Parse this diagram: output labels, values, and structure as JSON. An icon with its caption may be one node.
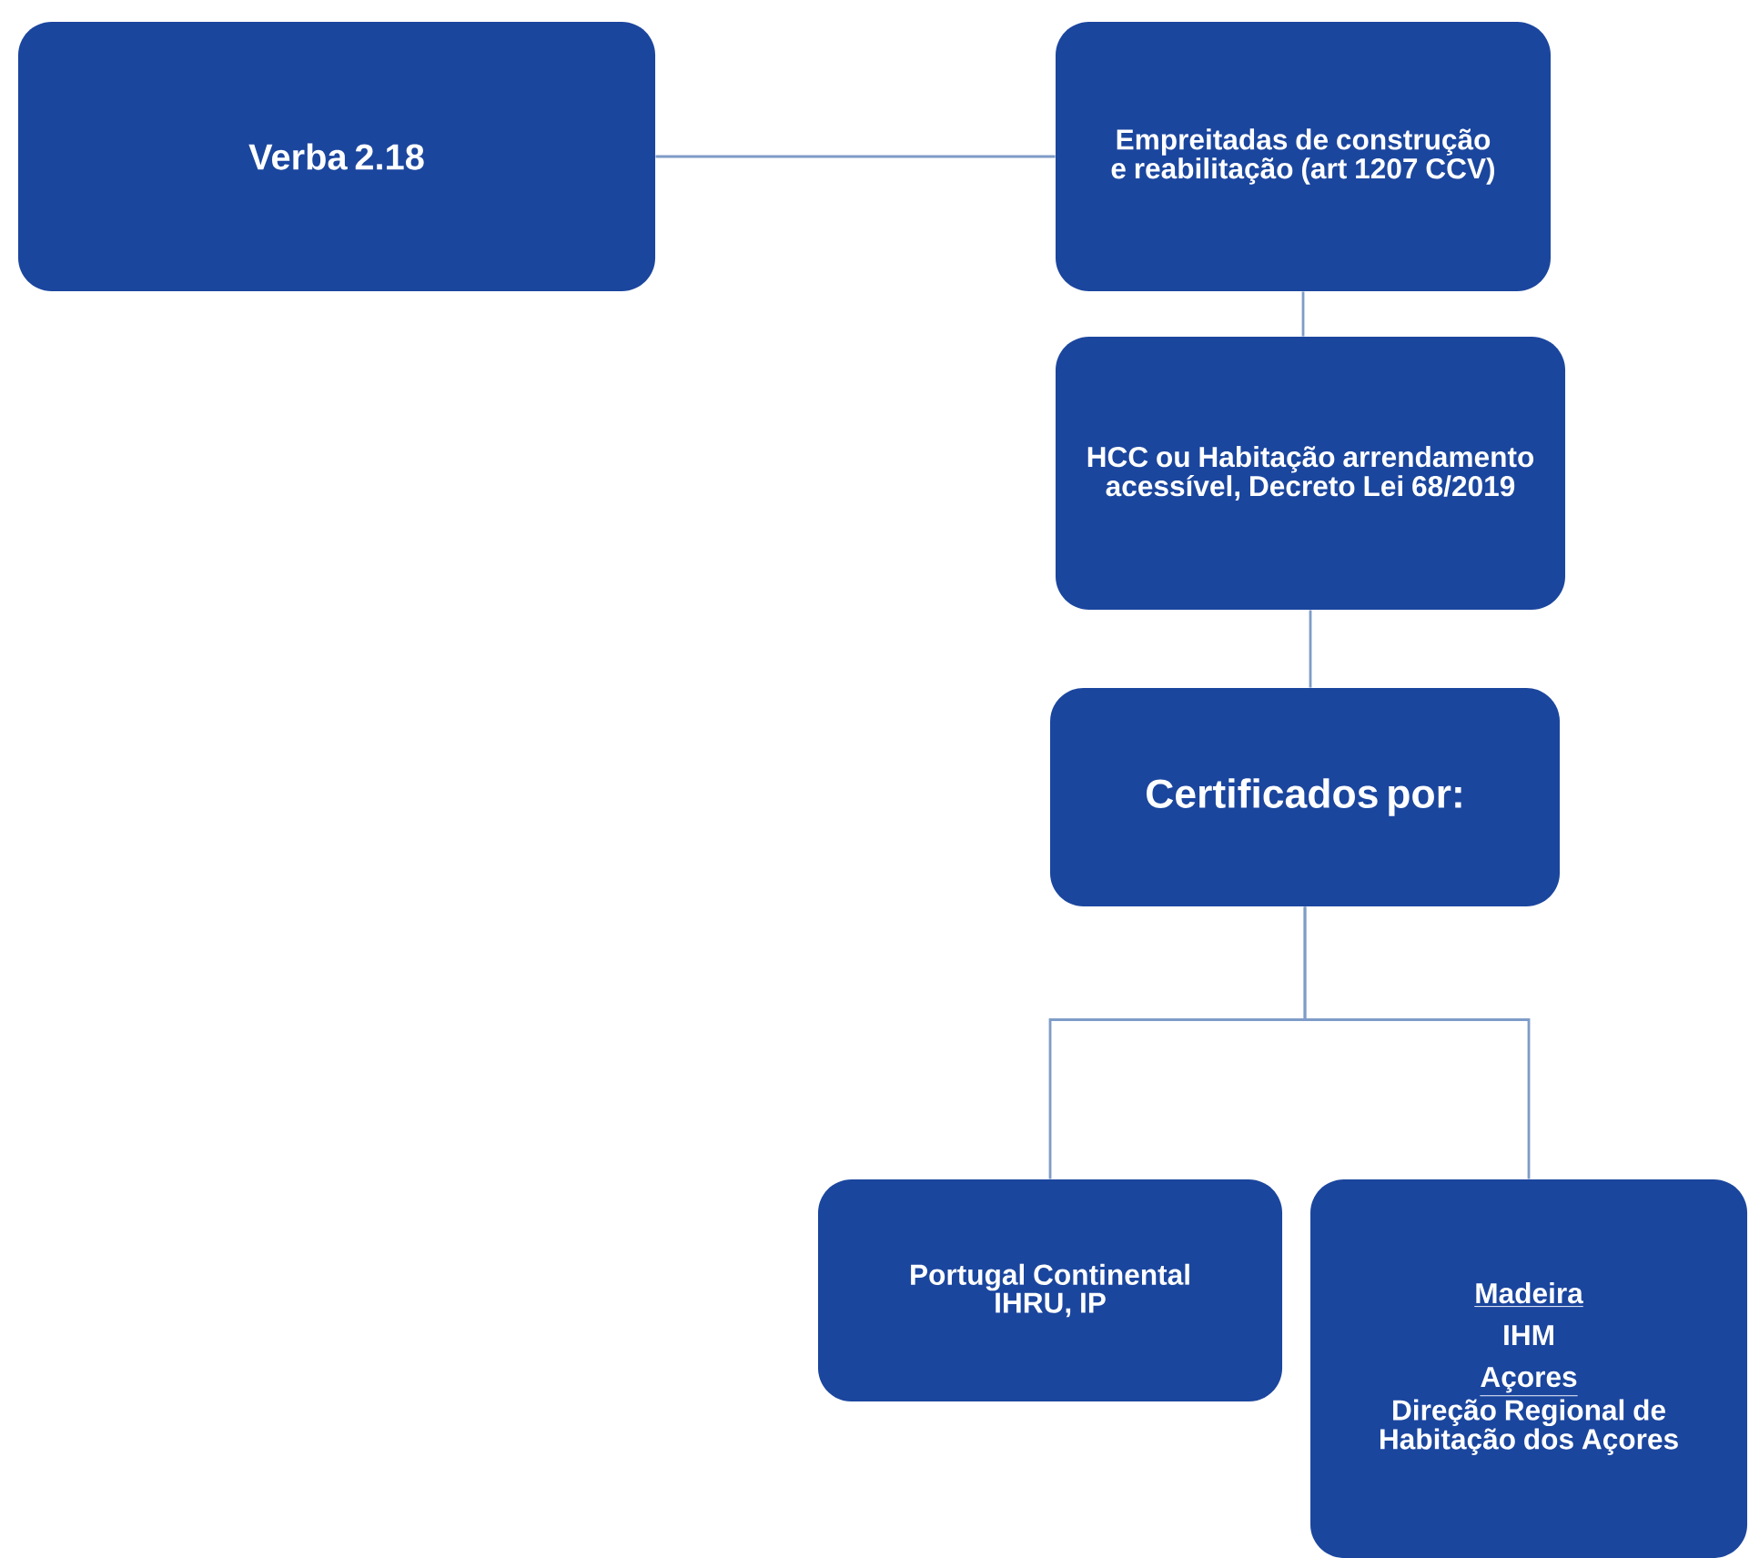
{
  "diagram": {
    "nodes": [
      {
        "text": [
          "Verba 2.18"
        ]
      },
      {
        "text": [
          "Empreitadas de construção e reabilitação (art 1207 CCV)"
        ]
      },
      {
        "text": [
          "HCC ou Habitação arrendamento acessível, Decreto Lei 68/2019"
        ]
      },
      {
        "text": [
          "Certificados por:"
        ]
      },
      {
        "text": [
          "Portugal Continental",
          "IHRU, IP"
        ]
      },
      {
        "text": [
          "Madeira",
          "IHM",
          "Açores",
          "Direção Regional de Habitação dos Açores"
        ]
      }
    ],
    "edges": [
      {
        "from": 0,
        "to": 1,
        "arrow": "none"
      },
      {
        "from": 1,
        "to": 2,
        "arrow": "none"
      },
      {
        "from": 2,
        "to": 3,
        "arrow": "none"
      },
      {
        "from": 3,
        "to": 4,
        "arrow": "none"
      },
      {
        "from": 3,
        "to": 5,
        "arrow": "none"
      }
    ]
  }
}
